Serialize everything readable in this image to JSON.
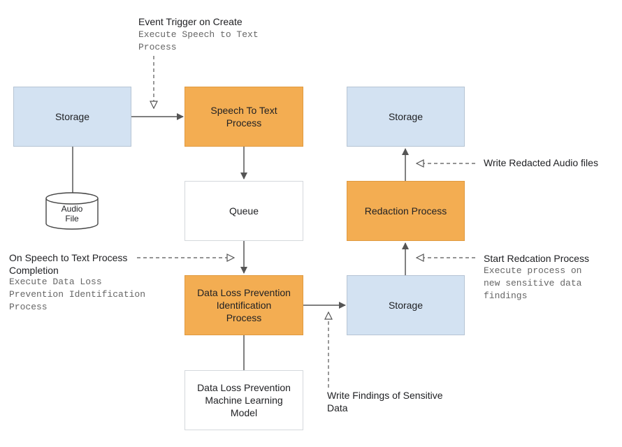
{
  "nodes": {
    "storage_left": "Storage",
    "speech_to_text": "Speech To Text\nProcess",
    "queue": "Queue",
    "dlp_identification": "Data Loss Prevention\nIdentification\nProcess",
    "dlp_model": "Data Loss Prevention\nMachine Learning\nModel",
    "storage_findings": "Storage",
    "redaction": "Redaction Process",
    "storage_redacted": "Storage",
    "audio_file": "Audio\nFile"
  },
  "annotations": {
    "event_trigger": {
      "title": "Event Trigger on Create",
      "code": "Execute Speech to Text\nProcess"
    },
    "stt_completion": {
      "title": "On Speech to Text Process\nCompletion",
      "code": "Execute Data Loss\nPrevention Identification\nProcess"
    },
    "write_findings": {
      "title": "Write Findings of Sensitive\nData"
    },
    "start_redaction": {
      "title": "Start Redcation Process",
      "code": "Execute process on\nnew sensitive data\nfindings"
    },
    "write_redacted": {
      "title": "Write Redacted Audio files"
    }
  },
  "colors": {
    "storage": "#d3e2f2",
    "process": "#f3ad52",
    "line": "#555555"
  }
}
